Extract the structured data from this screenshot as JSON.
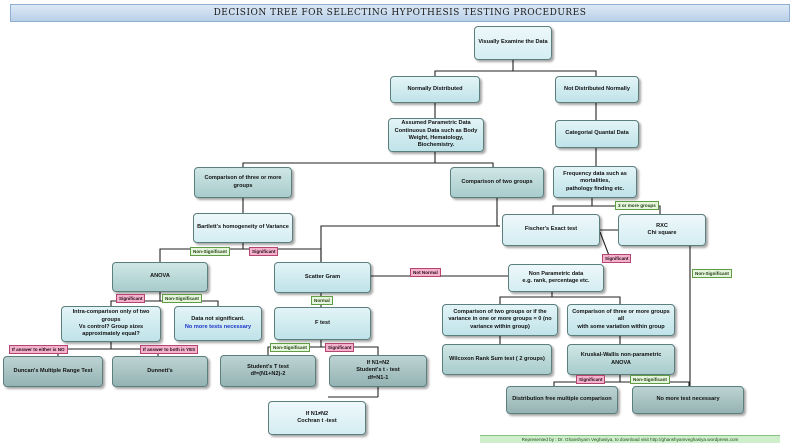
{
  "title": "DECISION TREE FOR SELECTING HYPOTHESIS TESTING PROCEDURES",
  "nodes": {
    "visually_examine": "Visually Examine the Data",
    "normally_distributed": "Normally Distributed",
    "not_distributed": "Not Distributed Normally",
    "assumed_parametric": [
      "Assumed Parametric Data",
      "Continuous Data such as Body",
      "Weight, Hematology, Biochemistry."
    ],
    "categorial": "Categorial Quantal Data",
    "comparison_three": [
      "Comparison of three or more",
      "groups"
    ],
    "comparison_two": "Comparison of two groups",
    "frequency_data": [
      "Frequency data such as mortalities,",
      "pathology finding etc."
    ],
    "bartlett": "Bartlett's homogeneity of Variance",
    "fischer": "Fischer's Exact test",
    "rxc": [
      "RXC",
      "Chi square"
    ],
    "anova": "ANOVA",
    "scatter_gram": "Scatter Gram",
    "non_parametric": [
      "Non Parametric data",
      "e.g. rank, percentage etc."
    ],
    "intra_comparison": [
      "Intra-comparison only of two groups",
      "Vs control? Group sizes",
      "approximately equal?"
    ],
    "data_not_sig": [
      "Data not significant.",
      "No more tests necessary"
    ],
    "f_test": "F test",
    "comp_two_variance": [
      "Comparison of two groups or if the",
      "variance in one or more groups = 0 (no",
      "variance within group)"
    ],
    "comp_three_variation": [
      "Comparison of three or more groups all",
      "with some variation within group"
    ],
    "wilcoxon": "Wilcoxon Rank Sum test ( 2 groups)",
    "kruskal": "Kruskal-Wallis non-parametric ANOVA",
    "duncan": "Duncan's Multiple Range Test",
    "dunnett": "Dunnett's",
    "students_t": [
      "Student's T test",
      "df=(N1+N2)-2"
    ],
    "students_t_test": [
      "If N1=N2",
      "Student's t - test",
      "df=N1-1"
    ],
    "distribution_free": "Distribution free multiple comparison",
    "no_more_tests": "No more test necessary",
    "cochran": [
      "If N1≠N2",
      "Cochran t -test"
    ]
  },
  "tags": {
    "non_significant_1": "Non-Significant",
    "significant_1": "Significant",
    "three_or_more": "3 or more groups",
    "significant_fisher": "Significant",
    "not_normal": "Not Normal",
    "non_significant_right": "Non-Significant",
    "significant_anova": "Significant",
    "non_significant_anova": "Non-Significant",
    "normal": "Normal",
    "if_either_no": "If answer to either is NO",
    "if_both_yes": "If answer to both is YES",
    "non_significant_f": "Non-Significant",
    "significant_f": "Significant",
    "significant_kw": "Significant",
    "non_significant_kw": "Non-Significant"
  },
  "footer": "Represented by : Dr. Ghanshyam Veghasiya, to download visit http://ghanshyamveghasiya.wordpress.com",
  "colors": {
    "pink_tag": "#f4b3cc",
    "green_tag": "#e6f6dc",
    "title_bar": "#c7dcef"
  }
}
